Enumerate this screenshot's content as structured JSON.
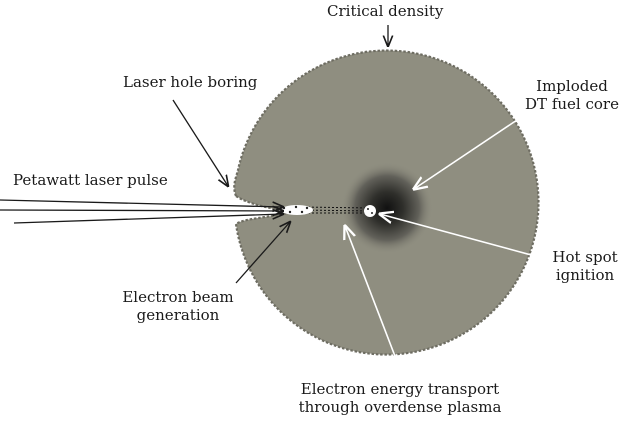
{
  "labels": {
    "critical_density": "Critical density",
    "laser_hole_boring": "Laser hole boring",
    "imploded_line1": "Imploded",
    "imploded_line2": "DT fuel core",
    "petawatt": "Petawatt laser pulse",
    "electron_beam_line1": "Electron beam",
    "electron_beam_line2": "generation",
    "hot_spot_line1": "Hot spot",
    "hot_spot_line2": "ignition",
    "transport_line1": "Electron energy transport",
    "transport_line2": "through overdense  plasma"
  },
  "colors": {
    "plasma_fill": "#8f8e80",
    "plasma_edge": "#6e6d62",
    "core_dark": "#111111",
    "arrow_dark": "#1a1a1a",
    "arrow_light": "#ffffff"
  }
}
